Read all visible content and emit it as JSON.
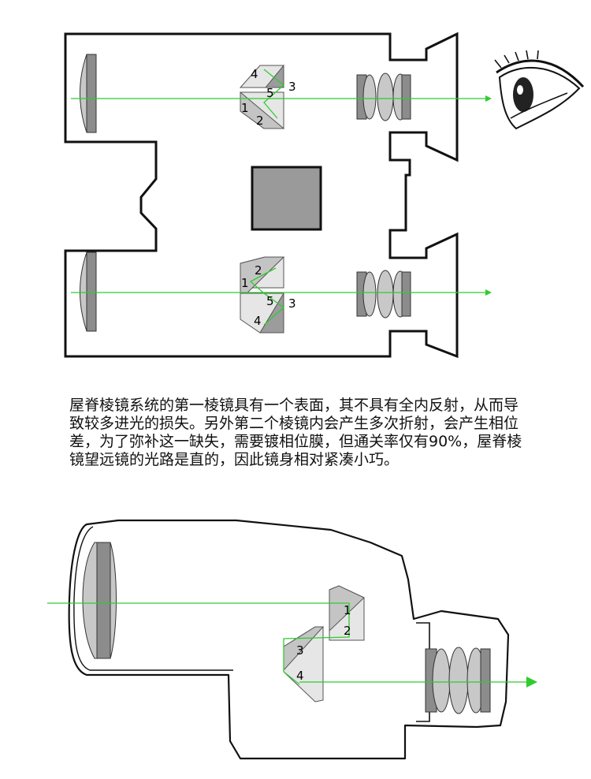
{
  "colors": {
    "ray": "#2ecc2e",
    "lens_dark": "#8c8c8c",
    "lens_light": "#c8c8c8",
    "prism_light": "#e6e6e6",
    "prism_mid": "#c4c4c4",
    "prism_dark": "#9c9c9c",
    "hinge_block": "#9a9a9a",
    "outline": "#111111"
  },
  "top_diagram": {
    "upper_prism_labels": [
      "4",
      "5",
      "3",
      "1",
      "2"
    ],
    "lower_prism_labels": [
      "2",
      "1",
      "5",
      "3",
      "4"
    ],
    "eye_icon": "eye-icon"
  },
  "caption": {
    "lines": [
      "屋脊棱镜系统的第一棱镜具有一个表面，其不具有全内反射，从而导",
      "致较多进光的损失。另外第二个棱镜内会产生多次折射，会产生相位",
      "差，为了弥补这一缺失，需要镀相位膜，但通关率仅有90%，屋脊棱",
      "镜望远镜的光路是直的，因此镜身相对紧凑小巧。"
    ]
  },
  "bottom_diagram": {
    "prism_labels": [
      "1",
      "2",
      "3",
      "4"
    ]
  }
}
